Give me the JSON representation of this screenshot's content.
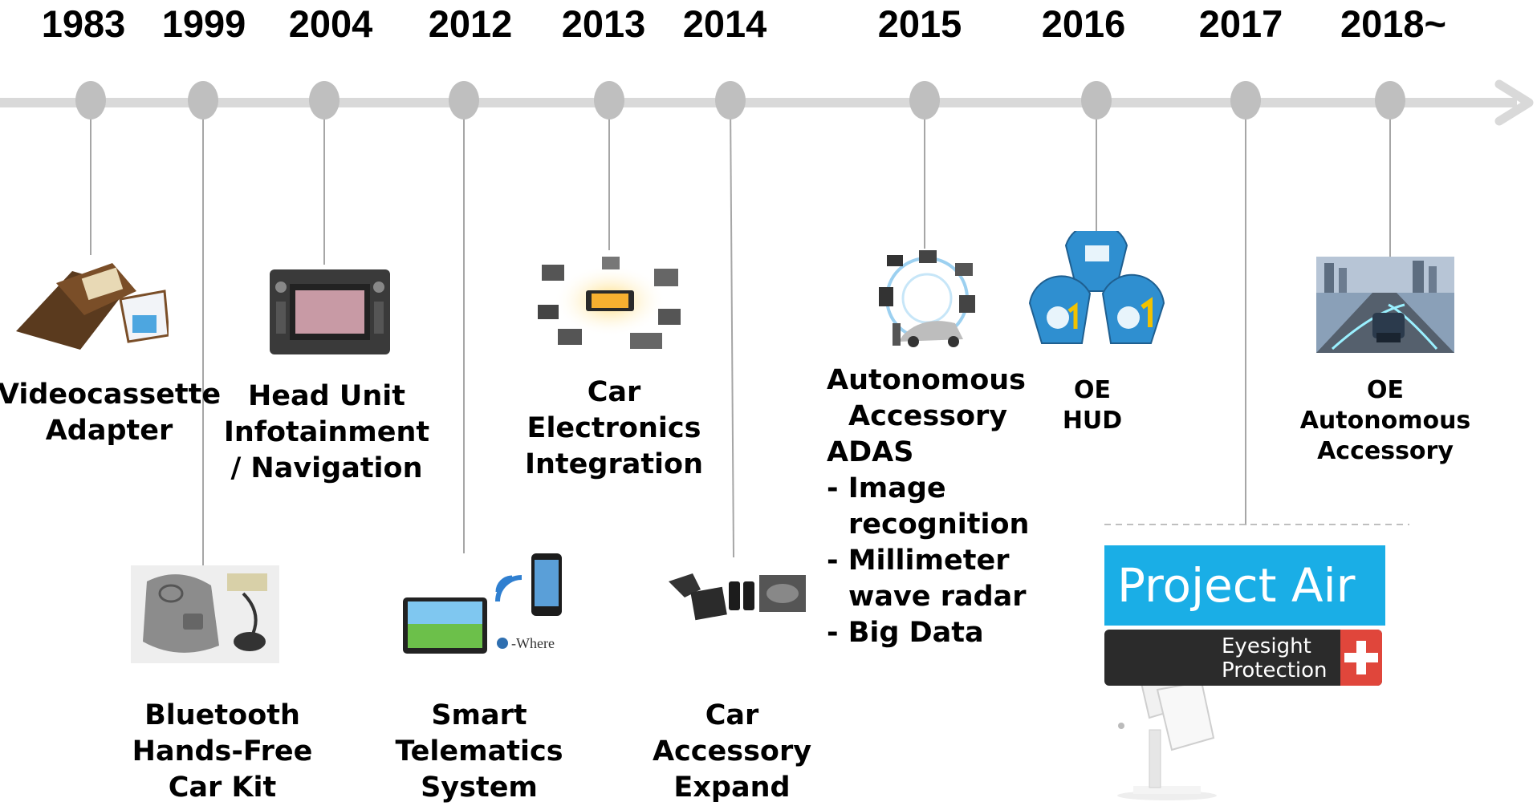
{
  "timeline": {
    "years": [
      "1983",
      "1999",
      "2004",
      "2012",
      "2013",
      "2014",
      "2015",
      "2016",
      "2017",
      "2018~"
    ],
    "milestones": [
      {
        "year": "1983",
        "lines": [
          "Videocassette",
          "Adapter"
        ]
      },
      {
        "year": "1999",
        "lines": [
          "Bluetooth",
          "Hands-Free",
          "Car Kit"
        ]
      },
      {
        "year": "2004",
        "lines": [
          "Head Unit",
          "Infotainment",
          "/ Navigation"
        ]
      },
      {
        "year": "2012",
        "lines": [
          "Smart",
          "Telematics",
          "System"
        ]
      },
      {
        "year": "2013",
        "lines": [
          "Car",
          "Electronics",
          "Integration"
        ]
      },
      {
        "year": "2014",
        "lines": [
          "Car",
          "Accessory",
          "Expand"
        ]
      },
      {
        "year": "2015",
        "title_lines": [
          "Autonomous",
          "Accessory",
          "ADAS"
        ],
        "bullets": [
          [
            "- Image",
            "recognition"
          ],
          [
            "- Millimeter",
            "wave radar"
          ],
          [
            "- Big Data"
          ]
        ]
      },
      {
        "year": "2016",
        "lines": [
          "OE",
          "HUD"
        ]
      },
      {
        "year": "2018~",
        "lines": [
          "OE",
          "Autonomous",
          "Accessory"
        ]
      }
    ],
    "project_air": {
      "title": "Project Air",
      "badge_lines": [
        "Eyesight",
        "Protection"
      ]
    },
    "colors": {
      "axis": "#d9d9d9",
      "node": "#bfbfbf",
      "connector": "#a6a6a6",
      "banner": "#1aaee6",
      "badge_bg": "#2b2b2b",
      "cross": "#e0463b",
      "hud_tile": "#2f8fd0"
    }
  }
}
